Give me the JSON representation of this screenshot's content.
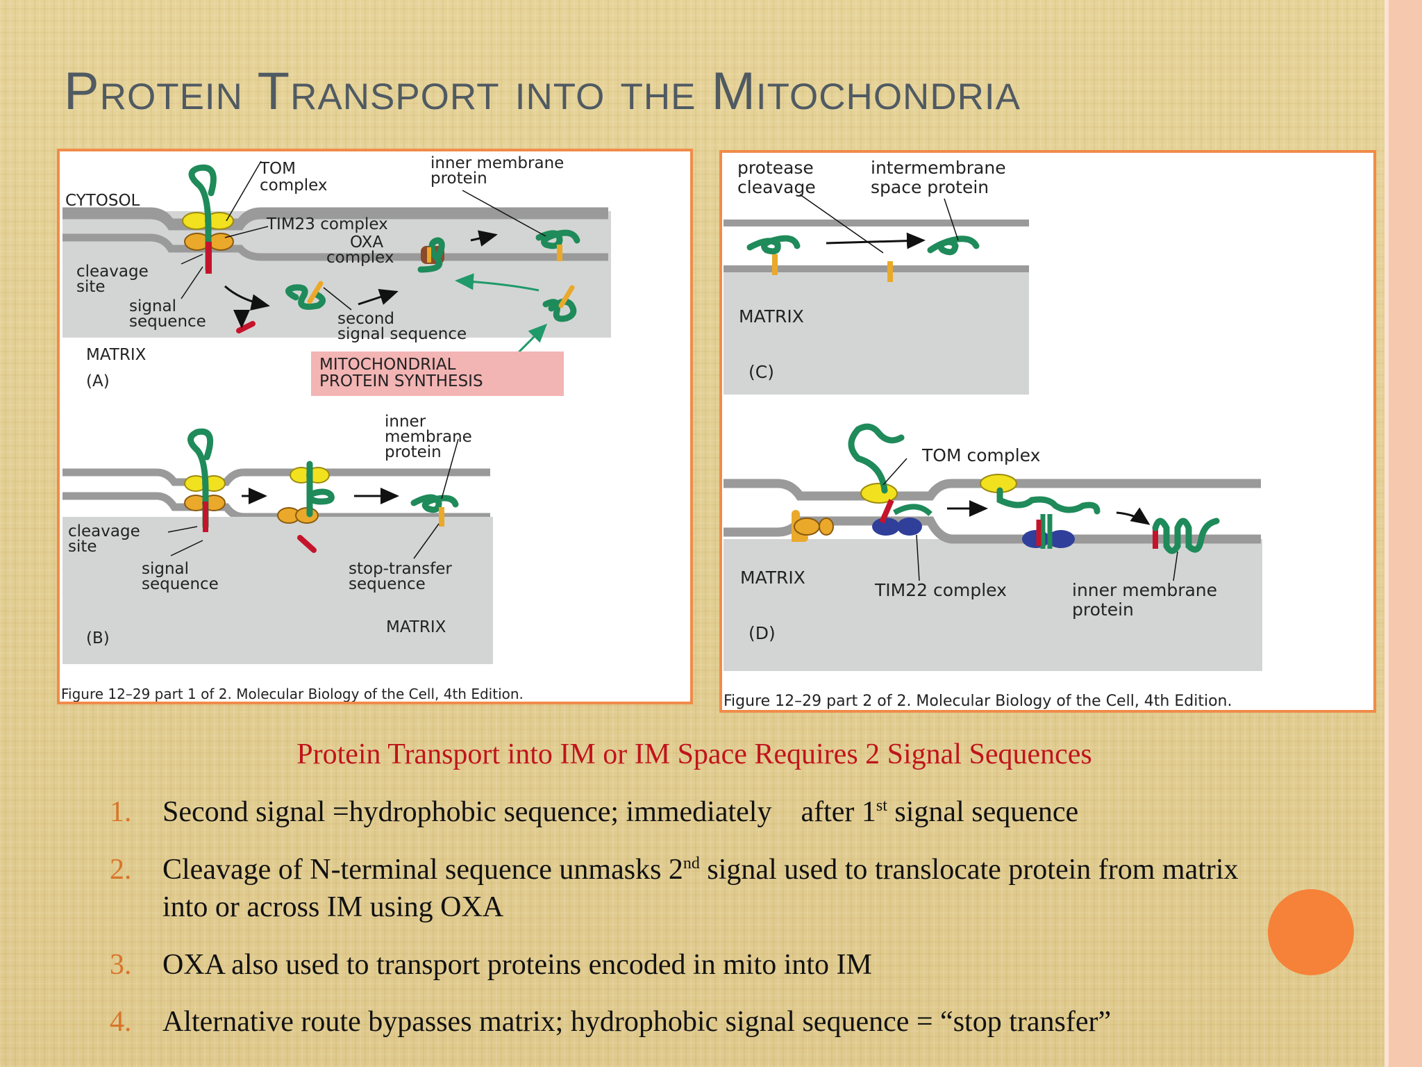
{
  "slide": {
    "title": "Protein Transport into the Mitochondria",
    "subheading": "Protein Transport into IM or  IM Space Requires 2 Signal Sequences",
    "points": [
      {
        "num": "1.",
        "before": "Second signal =hydrophobic sequence; immediately    after 1",
        "sup": "st",
        "after": " signal sequence"
      },
      {
        "num": "2.",
        "before": "Cleavage of N-terminal sequence unmasks 2",
        "sup": "nd",
        "after": " signal used to translocate protein from matrix into or across IM using OXA"
      },
      {
        "num": "3.",
        "text": "OXA also used to transport proteins encoded in mito into IM"
      },
      {
        "num": "4.",
        "text": "Alternative route bypasses matrix; hydrophobic signal sequence = “stop transfer”"
      }
    ]
  },
  "figure1": {
    "A": {
      "cytosol": "CYTOSOL",
      "tom_1": "TOM",
      "tom_2": "complex",
      "tim23": "TIM23 complex",
      "oxa_1": "OXA",
      "oxa_2": "complex",
      "inner_1": "inner membrane",
      "inner_2": "protein",
      "cleavage_1": "cleavage",
      "cleavage_2": "site",
      "signal_1": "signal",
      "signal_2": "sequence",
      "second_1": "second",
      "second_2": "signal sequence",
      "synth_1": "MITOCHONDRIAL",
      "synth_2": "PROTEIN SYNTHESIS",
      "matrix": "MATRIX",
      "label": "(A)"
    },
    "B": {
      "inner_1": "inner",
      "inner_2": "membrane",
      "inner_3": "protein",
      "cleavage_1": "cleavage",
      "cleavage_2": "site",
      "signal_1": "signal",
      "signal_2": "sequence",
      "stop_1": "stop-transfer",
      "stop_2": "sequence",
      "matrix": "MATRIX",
      "label": "(B)"
    },
    "caption": "Figure 12–29 part 1 of 2. Molecular Biology of the Cell, 4th Edition."
  },
  "figure2": {
    "C": {
      "protease_1": "protease",
      "protease_2": "cleavage",
      "ims_1": "intermembrane",
      "ims_2": "space protein",
      "matrix": "MATRIX",
      "label": "(C)"
    },
    "D": {
      "tom": "TOM complex",
      "tim22": "TIM22 complex",
      "inner_1": "inner membrane",
      "inner_2": "protein",
      "matrix": "MATRIX",
      "label": "(D)"
    },
    "caption": "Figure 12–29 part 2 of 2. Molecular Biology of the Cell, 4th Edition."
  },
  "colors": {
    "accent": "#f58238",
    "frame": "#f08b4a",
    "subheading": "#c0141c",
    "membrane": "#9a9a9a",
    "matrix_fill": "#d3d5d4",
    "protein": "#1f8a5a",
    "tom": "#f1e11f",
    "tim": "#eaa92a",
    "signal": "#c4142c",
    "oxa": "#8b4a2a",
    "tim22": "#2f3f9a",
    "synthesis_box": "#f3b4b4"
  }
}
